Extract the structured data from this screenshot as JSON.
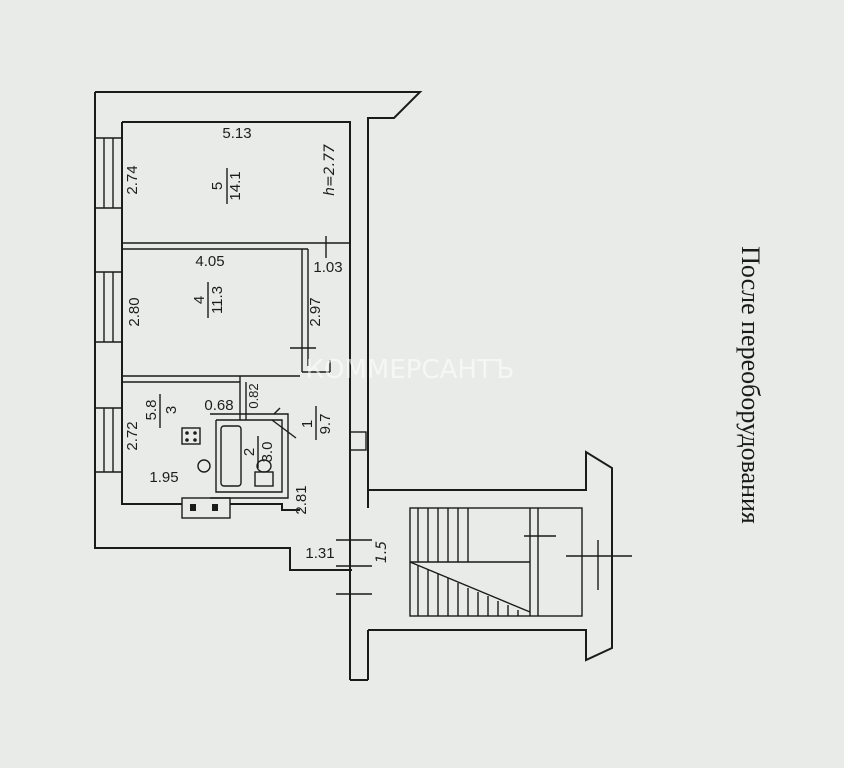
{
  "title": "После переоборудования",
  "watermark": "КОММЕРСАНТЪ",
  "ceiling_height": "h=2.77",
  "rooms": [
    {
      "number": "5",
      "area": "14.1",
      "length": "5.13",
      "width": "2.74"
    },
    {
      "number": "4",
      "area": "11.3",
      "length": "4.05",
      "width": "2.80"
    },
    {
      "number": "3",
      "area": "5.8",
      "length": "1.95",
      "width": "2.72"
    },
    {
      "number": "2",
      "area": "3.0"
    },
    {
      "number": "1",
      "area": "9.7"
    }
  ],
  "dimensions": {
    "d_1_03": "1.03",
    "d_2_97": "2.97",
    "d_0_68": "0.68",
    "d_0_82": "0.82",
    "d_2_81": "2.81",
    "d_1_31": "1.31",
    "d_1_5": "1.5"
  },
  "colors": {
    "background": "#e9ebe9",
    "ink": "#1b1b1b"
  }
}
